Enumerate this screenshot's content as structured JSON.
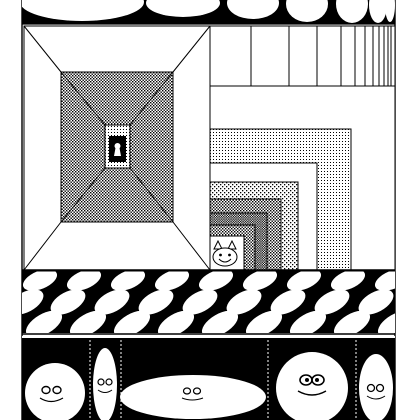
{
  "artwork": {
    "palette": {
      "ink": "#000000",
      "paper": "#ffffff"
    },
    "motifs": [
      "ellipse-row",
      "perspective-room",
      "keyhole-icon",
      "nested-squares",
      "smiling-cat-face",
      "oval-lattice",
      "smiling-faces"
    ]
  }
}
